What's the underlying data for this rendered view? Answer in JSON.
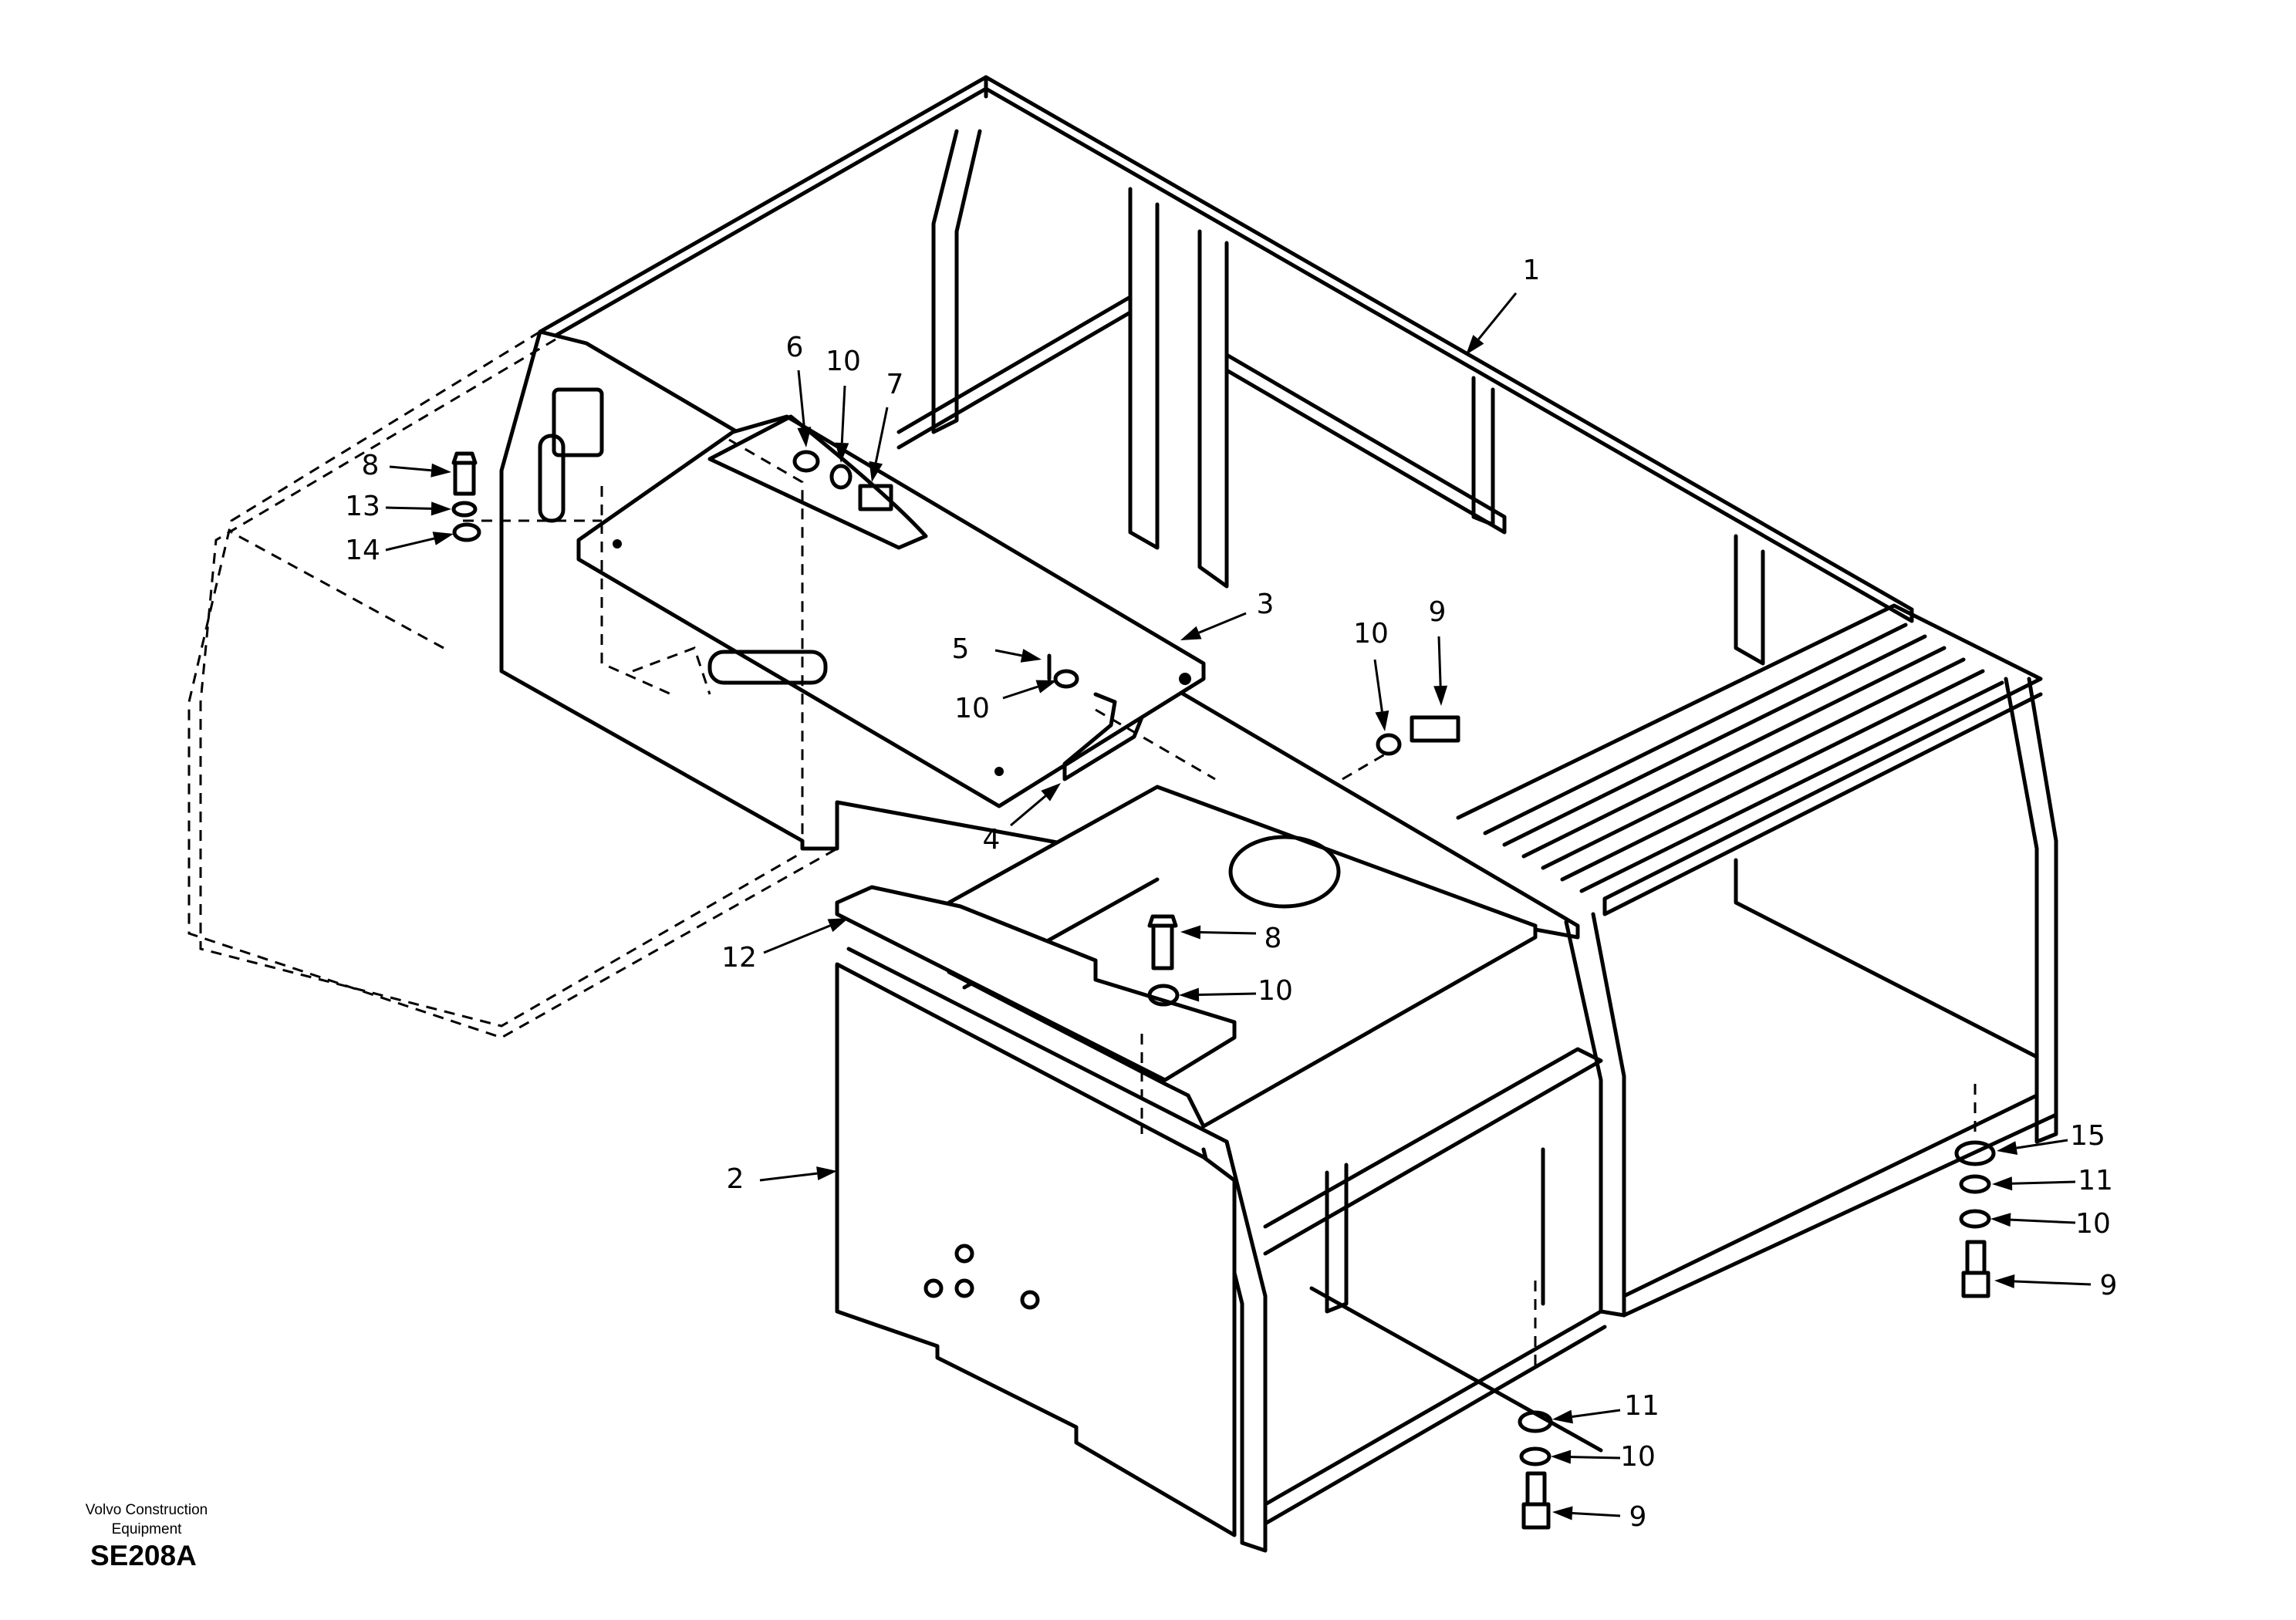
{
  "callouts": [
    {
      "label": "1"
    },
    {
      "label": "2"
    },
    {
      "label": "3"
    },
    {
      "label": "4"
    },
    {
      "label": "5"
    },
    {
      "label": "6"
    },
    {
      "label": "7"
    },
    {
      "label": "8"
    },
    {
      "label": "8"
    },
    {
      "label": "9"
    },
    {
      "label": "9"
    },
    {
      "label": "9"
    },
    {
      "label": "10"
    },
    {
      "label": "10"
    },
    {
      "label": "10"
    },
    {
      "label": "10"
    },
    {
      "label": "10"
    },
    {
      "label": "10"
    },
    {
      "label": "11"
    },
    {
      "label": "11"
    },
    {
      "label": "12"
    },
    {
      "label": "13"
    },
    {
      "label": "14"
    },
    {
      "label": "15"
    }
  ],
  "footer": {
    "maker_line1": "Volvo Construction",
    "maker_line2": "Equipment",
    "figure_code": "SE208A"
  }
}
